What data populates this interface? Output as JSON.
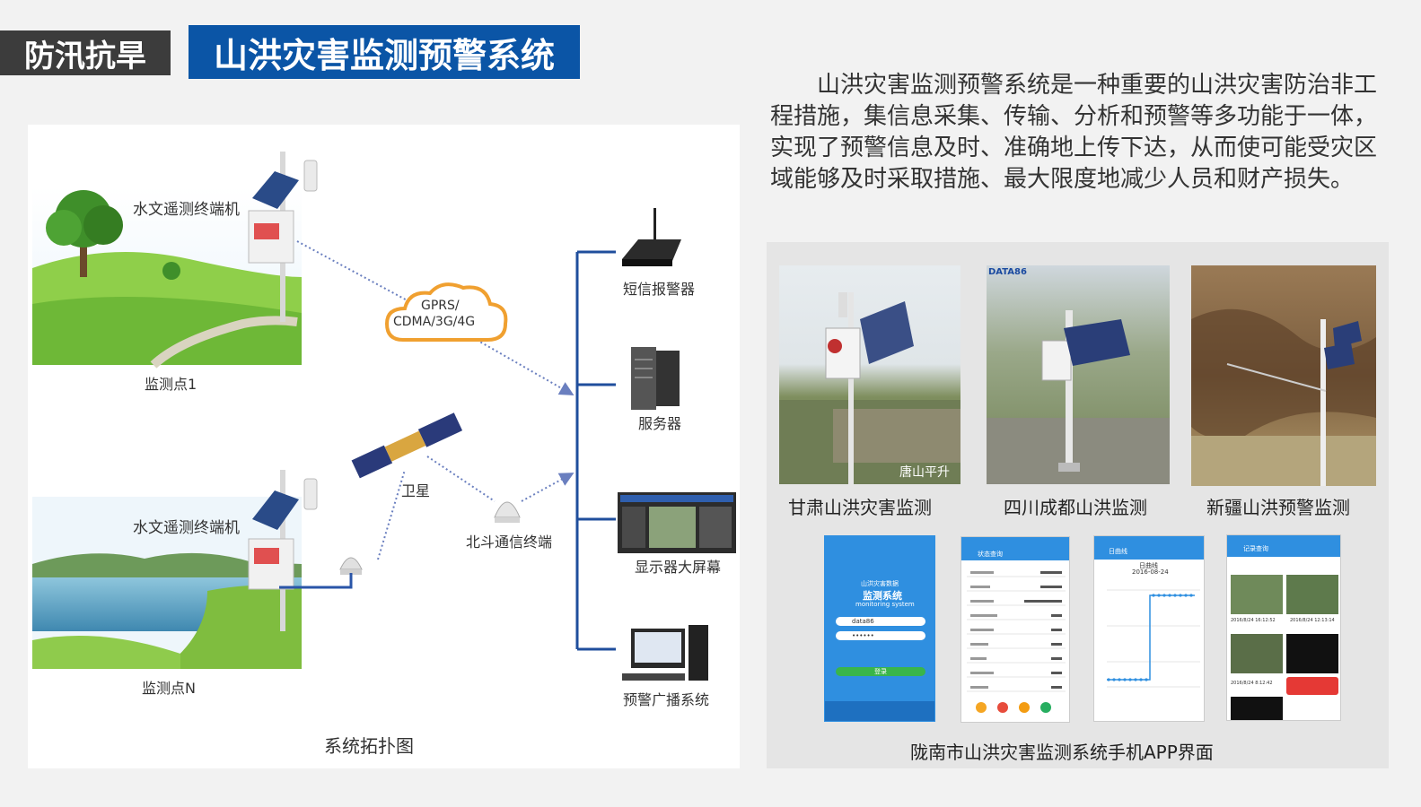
{
  "header": {
    "category": "防汛抗旱",
    "title": "山洪灾害监测预警系统"
  },
  "intro": "山洪灾害监测预警系统是一种重要的山洪灾害防治非工程措施，集信息采集、传输、分析和预警等多功能于一体，实现了预警信息及时、准确地上传下达，从而使可能受灾区域能够及时采取措施、最大限度地减少人员和财产损失。",
  "diagram": {
    "terminal1": "水文遥测终端机",
    "site1": "监测点1",
    "cloud_line1": "GPRS/",
    "cloud_line2": "CDMA/3G/4G",
    "terminal2": "水文遥测终端机",
    "siteN": "监测点N",
    "satellite": "卫星",
    "beidou": "北斗通信终端",
    "sms": "短信报警器",
    "server": "服务器",
    "display": "显示器大屏幕",
    "broadcast": "预警广播系统",
    "caption": "系统拓扑图"
  },
  "photos": [
    {
      "caption": "甘肃山洪灾害监测",
      "overlay": "唐山平升"
    },
    {
      "caption": "四川成都山洪监测",
      "overlay": "DATA86"
    },
    {
      "caption": "新疆山洪预警监测"
    }
  ],
  "app": {
    "caption": "陇南市山洪灾害监测系统手机APP界面",
    "login_title": "山洪灾害数据",
    "login_subtitle": "监测系统",
    "login_en": "monitoring system",
    "login_user": "data86",
    "login_pass": "••••••",
    "login_btn": "登录",
    "status_title": "状态查询",
    "chart_title": "日曲线",
    "chart_date": "2016-08-24",
    "record_title": "记录查询",
    "record_time1": "2016/8/24 16:12:52",
    "record_time2": "2016/8/24 12:13:14",
    "record_time3": "2016/8/24 8:12:42"
  },
  "colors": {
    "dark": "#3c3c3c",
    "blue": "#0b55a6",
    "line": "#1f4e9c",
    "cloud": "#f0a030"
  }
}
